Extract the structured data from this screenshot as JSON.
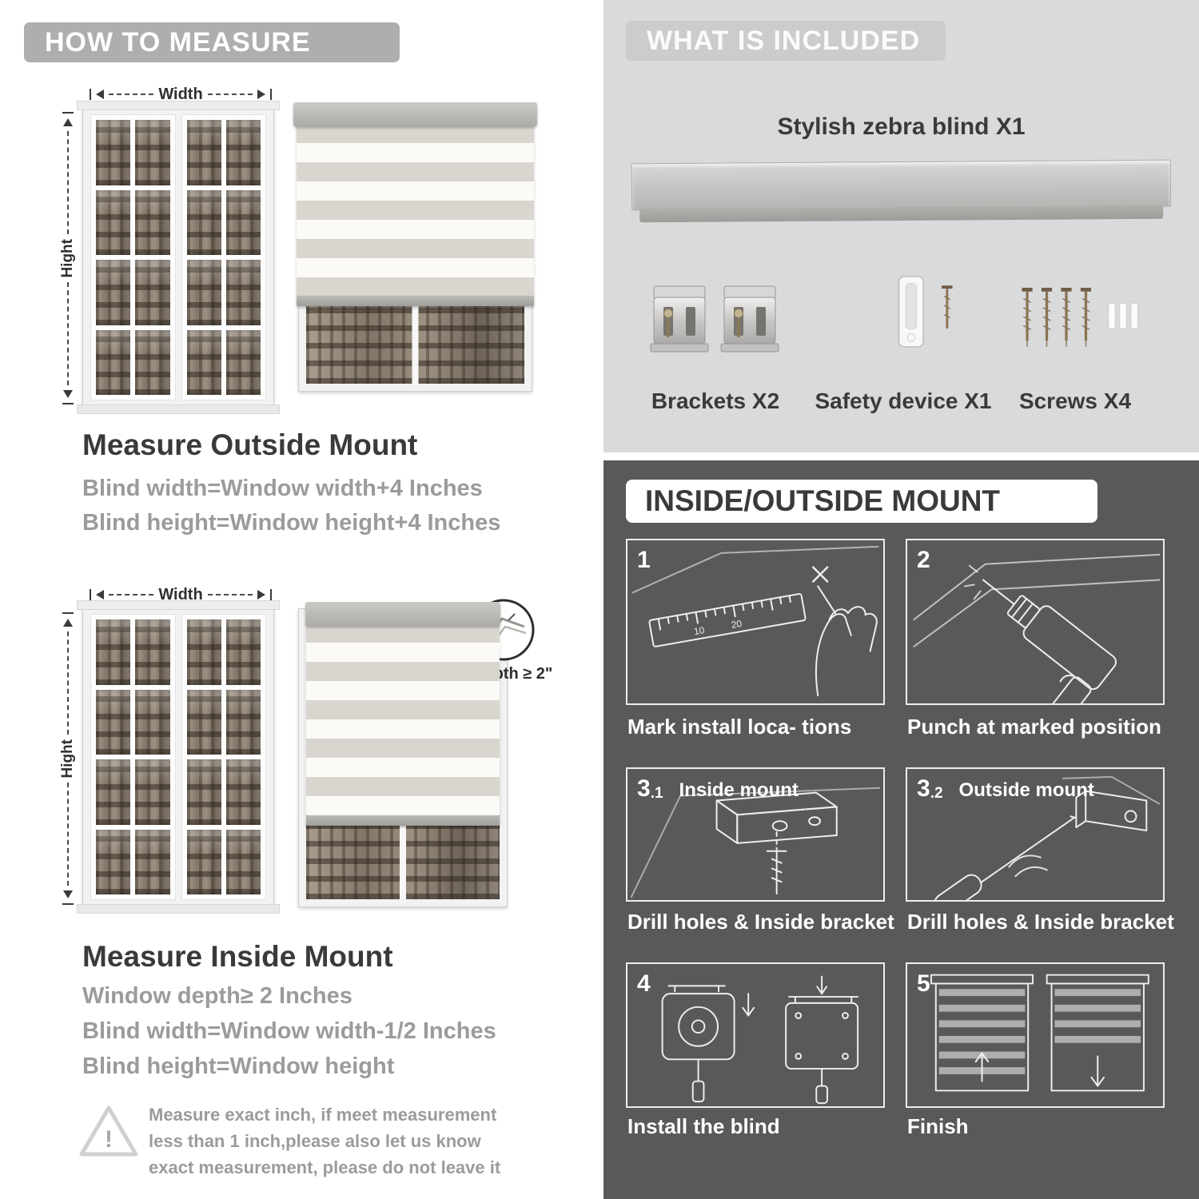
{
  "colors": {
    "banner_gray": "#aeaeb0",
    "panel_light_gray": "#d9dadc",
    "panel_dark_gray": "#58595b",
    "heading_dark": "#3a3a3c",
    "text_gray": "#9b9b9d"
  },
  "left": {
    "header": "HOW TO MEASURE",
    "outside": {
      "width_label": "Width",
      "height_label": "Hight",
      "title": "Measure Outside Mount",
      "line1": "Blind width=Window width+4 Inches",
      "line2": "Blind height=Window height+4 Inches"
    },
    "inside": {
      "width_label": "Width",
      "height_label": "Hight",
      "depth_label": "Depth ≥ 2\"",
      "title": "Measure Inside Mount",
      "line1": "Window depth≥ 2 Inches",
      "line2": "Blind width=Window width-1/2 Inches",
      "line3": "Blind height=Window height"
    },
    "note": {
      "mark": "!",
      "text": "Measure exact inch, if meet measurement less than 1 inch,please also let us know exact measurement, please do not leave it"
    }
  },
  "included": {
    "header": "WHAT IS INCLUDED",
    "blind_label": "Stylish zebra blind X1",
    "items": [
      {
        "label": "Brackets X2"
      },
      {
        "label": "Safety device X1"
      },
      {
        "label": "Screws X4"
      }
    ]
  },
  "mount": {
    "header": "INSIDE/OUTSIDE MOUNT",
    "steps": [
      {
        "num": "1",
        "caption": "Mark install loca- tions",
        "ruler_marks": [
          "10",
          "20"
        ]
      },
      {
        "num": "2",
        "caption": "Punch at  marked position"
      },
      {
        "num": "3",
        "num_sub": ".1",
        "inner_label": "Inside mount",
        "caption": "Drill holes &  Inside bracket"
      },
      {
        "num": "3",
        "num_sub": ".2",
        "inner_label": "Outside mount",
        "caption": "Drill holes &  Inside bracket"
      },
      {
        "num": "4",
        "caption": "Install the blind"
      },
      {
        "num": "5",
        "caption": "Finish"
      }
    ]
  }
}
